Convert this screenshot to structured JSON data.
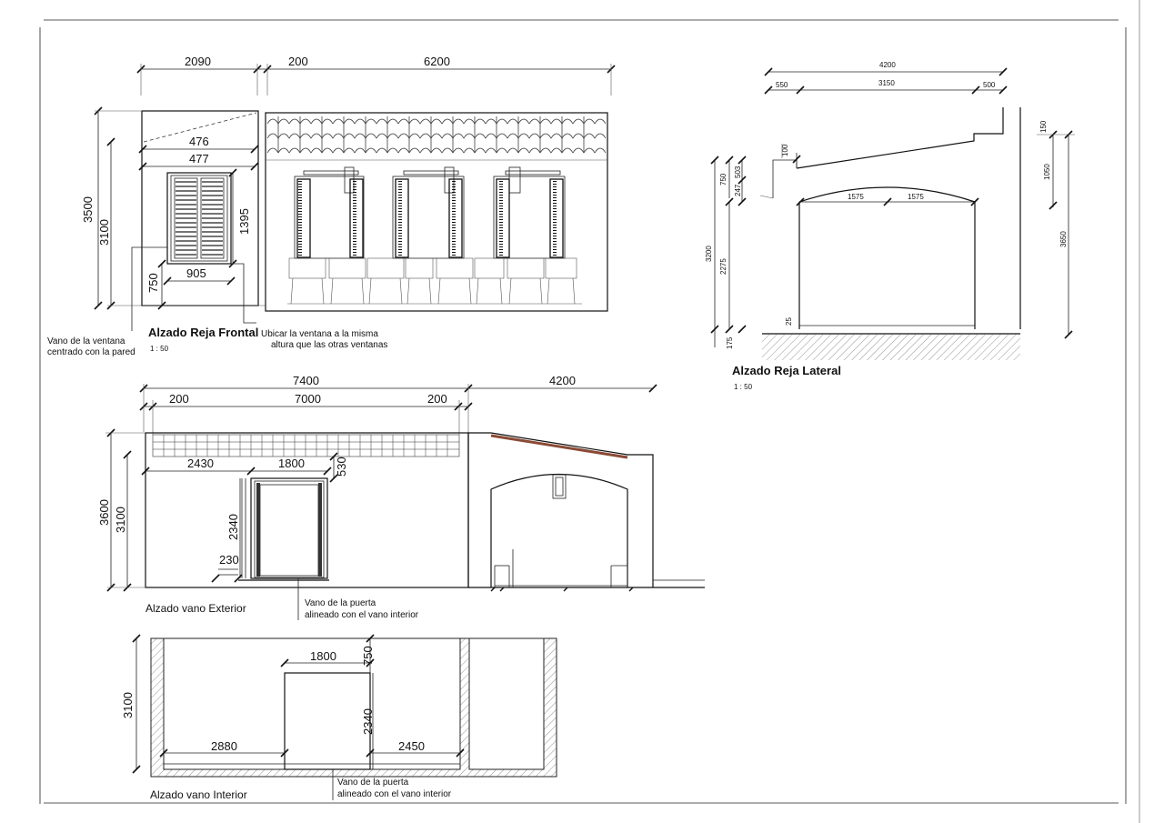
{
  "frontal": {
    "title": "Alzado Reja Frontal",
    "scale": "1 : 50",
    "dims": {
      "top_left": "2090",
      "top_mid": "200",
      "top_right": "6200",
      "h_total": "3500",
      "h_wall": "3100",
      "w_476": "476",
      "w_477": "477",
      "h_window": "1395",
      "w_window": "905",
      "sill": "750"
    },
    "note_left": [
      "Vano de la ventana",
      "centrado con la pared"
    ],
    "note_right": [
      "Ubicar la ventana a la misma",
      "altura que las otras ventanas"
    ]
  },
  "lateral": {
    "title": "Alzado Reja Lateral",
    "scale": "1 : 50",
    "dims": {
      "top_total": "4200",
      "top_a": "550",
      "top_b": "3150",
      "top_c": "500",
      "eave": "100",
      "arch_l": "1575",
      "arch_r": "1575",
      "d750": "750",
      "d503": "503",
      "d247": "247",
      "d3200": "3200",
      "d2275": "2275",
      "d25": "25",
      "d175": "175",
      "r150": "150",
      "r1050": "1050",
      "r3650": "3650"
    }
  },
  "exterior": {
    "title": "Alzado vano Exterior",
    "dims": {
      "total": "7400",
      "side_l": "200",
      "mid": "7000",
      "side_r": "200",
      "right": "4200",
      "h3600": "3600",
      "h3100": "3100",
      "w2430": "2430",
      "w1800": "1800",
      "d530": "530",
      "h2340": "2340",
      "d230": "230"
    },
    "note": [
      "Vano de la puerta",
      "alineado con el vano interior"
    ]
  },
  "interior": {
    "title": "Alzado vano Interior",
    "dims": {
      "w1800": "1800",
      "d750": "750",
      "h3100": "3100",
      "h2340": "2340",
      "w2880": "2880",
      "w2450": "2450"
    },
    "note": [
      "Vano de la puerta",
      "alineado con el vano interior"
    ]
  },
  "colors": {
    "line": "#222222",
    "roof_tile": "#8a4a35",
    "hatch": "#666666"
  }
}
